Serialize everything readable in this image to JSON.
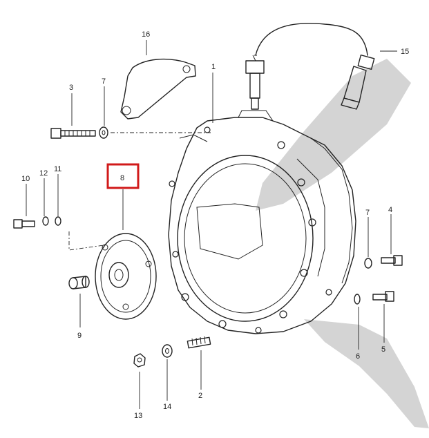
{
  "diagram": {
    "highlight_color": "#d11a1a",
    "callouts": [
      {
        "id": "c1",
        "text": "1"
      },
      {
        "id": "c2",
        "text": "2"
      },
      {
        "id": "c3",
        "text": "3"
      },
      {
        "id": "c4",
        "text": "4"
      },
      {
        "id": "c5",
        "text": "5"
      },
      {
        "id": "c6",
        "text": "6"
      },
      {
        "id": "c7a",
        "text": "7"
      },
      {
        "id": "c7b",
        "text": "7"
      },
      {
        "id": "c8",
        "text": "8"
      },
      {
        "id": "c9",
        "text": "9"
      },
      {
        "id": "c10",
        "text": "10"
      },
      {
        "id": "c11",
        "text": "11"
      },
      {
        "id": "c12",
        "text": "12"
      },
      {
        "id": "c13",
        "text": "13"
      },
      {
        "id": "c14",
        "text": "14"
      },
      {
        "id": "c15",
        "text": "15"
      },
      {
        "id": "c16",
        "text": "16"
      }
    ]
  }
}
